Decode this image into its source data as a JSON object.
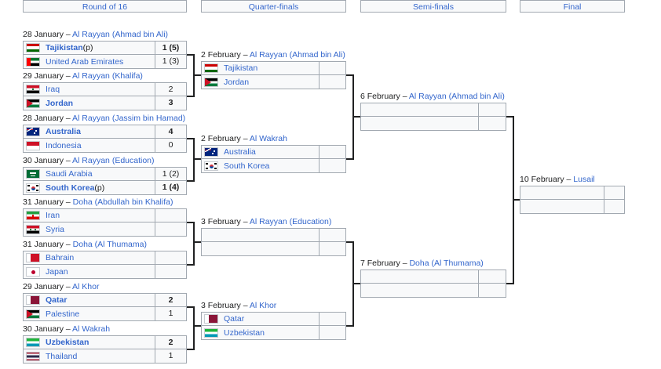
{
  "rounds": [
    "Round of 16",
    "Quarter-finals",
    "Semi-finals",
    "Final"
  ],
  "r16": [
    {
      "date": "28 January – ",
      "venue": "Al Rayyan (Ahmad bin Ali)",
      "teams": [
        {
          "name": "Tajikistan",
          "pen": " (p)",
          "score": "1 (5)",
          "winner": true,
          "flag": "tajikistan-flag-icon"
        },
        {
          "name": "United Arab Emirates",
          "pen": "",
          "score": "1 (3)",
          "winner": false,
          "flag": "uae-flag-icon"
        }
      ]
    },
    {
      "date": "29 January – ",
      "venue": "Al Rayyan (Khalifa)",
      "teams": [
        {
          "name": "Iraq",
          "pen": "",
          "score": "2",
          "winner": false,
          "flag": "iraq-flag-icon"
        },
        {
          "name": "Jordan",
          "pen": "",
          "score": "3",
          "winner": true,
          "flag": "jordan-flag-icon"
        }
      ]
    },
    {
      "date": "28 January – ",
      "venue": "Al Rayyan (Jassim bin Hamad)",
      "teams": [
        {
          "name": "Australia",
          "pen": "",
          "score": "4",
          "winner": true,
          "flag": "australia-flag-icon"
        },
        {
          "name": "Indonesia",
          "pen": "",
          "score": "0",
          "winner": false,
          "flag": "indonesia-flag-icon"
        }
      ]
    },
    {
      "date": "30 January – ",
      "venue": "Al Rayyan (Education)",
      "teams": [
        {
          "name": "Saudi Arabia",
          "pen": "",
          "score": "1 (2)",
          "winner": false,
          "flag": "saudi-arabia-flag-icon"
        },
        {
          "name": "South Korea",
          "pen": " (p)",
          "score": "1 (4)",
          "winner": true,
          "flag": "south-korea-flag-icon"
        }
      ]
    },
    {
      "date": "31 January – ",
      "venue": "Doha (Abdullah bin Khalifa)",
      "teams": [
        {
          "name": "Iran",
          "pen": "",
          "score": "",
          "winner": false,
          "flag": "iran-flag-icon"
        },
        {
          "name": "Syria",
          "pen": "",
          "score": "",
          "winner": false,
          "flag": "syria-flag-icon"
        }
      ]
    },
    {
      "date": "31 January – ",
      "venue": "Doha (Al Thumama)",
      "teams": [
        {
          "name": "Bahrain",
          "pen": "",
          "score": "",
          "winner": false,
          "flag": "bahrain-flag-icon"
        },
        {
          "name": "Japan",
          "pen": "",
          "score": "",
          "winner": false,
          "flag": "japan-flag-icon"
        }
      ]
    },
    {
      "date": "29 January – ",
      "venue": "Al Khor",
      "teams": [
        {
          "name": "Qatar",
          "pen": "",
          "score": "2",
          "winner": true,
          "flag": "qatar-flag-icon"
        },
        {
          "name": "Palestine",
          "pen": "",
          "score": "1",
          "winner": false,
          "flag": "palestine-flag-icon"
        }
      ]
    },
    {
      "date": "30 January – ",
      "venue": "Al Wakrah",
      "teams": [
        {
          "name": "Uzbekistan",
          "pen": "",
          "score": "2",
          "winner": true,
          "flag": "uzbekistan-flag-icon"
        },
        {
          "name": "Thailand",
          "pen": "",
          "score": "1",
          "winner": false,
          "flag": "thailand-flag-icon"
        }
      ]
    }
  ],
  "qf": [
    {
      "date": "2 February – ",
      "venue": "Al Rayyan (Ahmad bin Ali)",
      "teams": [
        {
          "name": "Tajikistan",
          "pen": "",
          "score": "",
          "winner": false,
          "flag": "tajikistan-flag-icon"
        },
        {
          "name": "Jordan",
          "pen": "",
          "score": "",
          "winner": false,
          "flag": "jordan-flag-icon"
        }
      ]
    },
    {
      "date": "2 February – ",
      "venue": "Al Wakrah",
      "teams": [
        {
          "name": "Australia",
          "pen": "",
          "score": "",
          "winner": false,
          "flag": "australia-flag-icon"
        },
        {
          "name": "South Korea",
          "pen": "",
          "score": "",
          "winner": false,
          "flag": "south-korea-flag-icon"
        }
      ]
    },
    {
      "date": "3 February – ",
      "venue": "Al Rayyan (Education)",
      "teams": [
        {
          "name": "",
          "pen": "",
          "score": "",
          "winner": false,
          "flag": ""
        },
        {
          "name": "",
          "pen": "",
          "score": "",
          "winner": false,
          "flag": ""
        }
      ]
    },
    {
      "date": "3 February – ",
      "venue": "Al Khor",
      "teams": [
        {
          "name": "Qatar",
          "pen": "",
          "score": "",
          "winner": false,
          "flag": "qatar-flag-icon"
        },
        {
          "name": "Uzbekistan",
          "pen": "",
          "score": "",
          "winner": false,
          "flag": "uzbekistan-flag-icon"
        }
      ]
    }
  ],
  "sf": [
    {
      "date": "6 February – ",
      "venue": "Al Rayyan (Ahmad bin Ali)",
      "teams": [
        {
          "name": "",
          "pen": "",
          "score": "",
          "winner": false,
          "flag": ""
        },
        {
          "name": "",
          "pen": "",
          "score": "",
          "winner": false,
          "flag": ""
        }
      ]
    },
    {
      "date": "7 February – ",
      "venue": "Doha (Al Thumama)",
      "teams": [
        {
          "name": "",
          "pen": "",
          "score": "",
          "winner": false,
          "flag": ""
        },
        {
          "name": "",
          "pen": "",
          "score": "",
          "winner": false,
          "flag": ""
        }
      ]
    }
  ],
  "final": [
    {
      "date": "10 February – ",
      "venue": "Lusail",
      "teams": [
        {
          "name": "",
          "pen": "",
          "score": "",
          "winner": false,
          "flag": ""
        },
        {
          "name": "",
          "pen": "",
          "score": "",
          "winner": false,
          "flag": ""
        }
      ]
    }
  ]
}
